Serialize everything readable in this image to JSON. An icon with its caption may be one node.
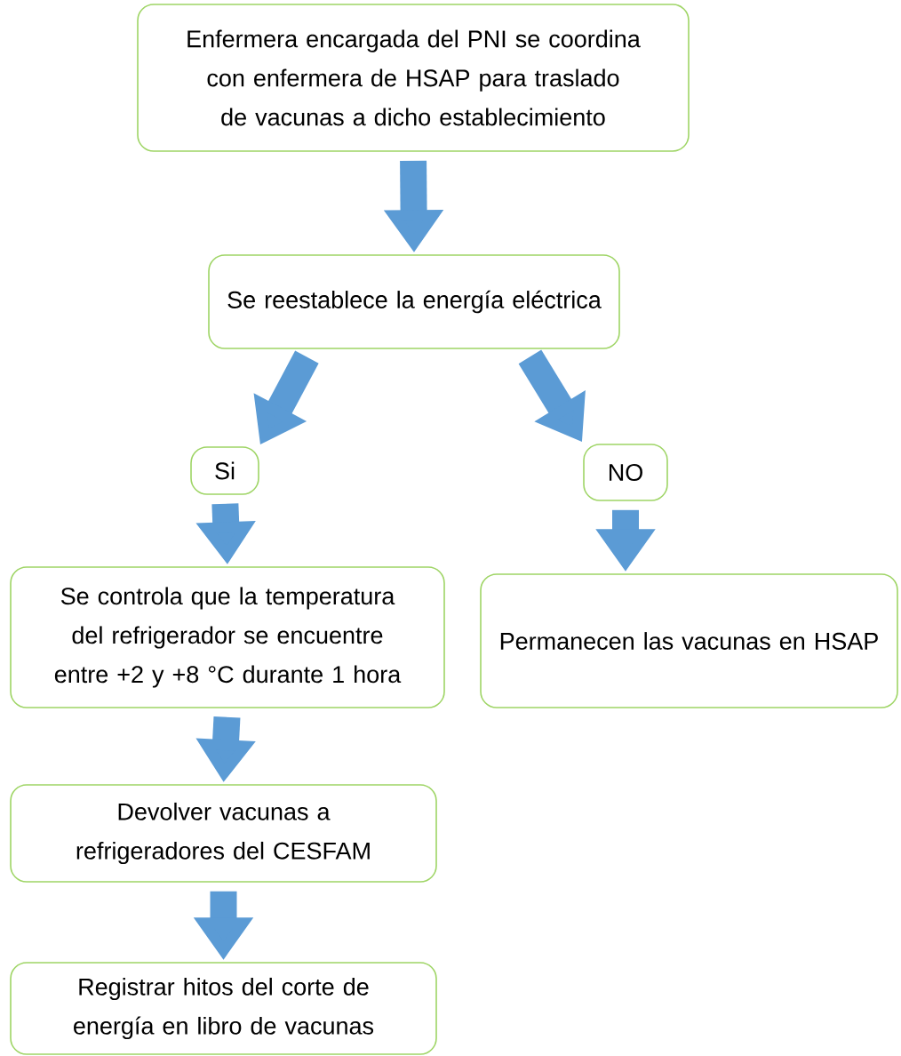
{
  "diagram": {
    "nodes": [
      {
        "text": [
          "Enfermera encargada del PNI se coordina con enfermera de HSAP para traslado de vacunas a dicho establecimiento"
        ]
      },
      {
        "text": [
          "Se reestablece la energía eléctrica"
        ]
      },
      {
        "text": [
          "Si"
        ]
      },
      {
        "text": [
          "NO"
        ]
      },
      {
        "text": [
          "Se controla que la temperatura del refrigerador se encuentre entre +2 y +8 °C durante 1 hora"
        ]
      },
      {
        "text": [
          "Permanecen las vacunas en HSAP"
        ]
      },
      {
        "text": [
          "Devolver vacunas a refrigeradores del CESFAM"
        ]
      },
      {
        "text": [
          "Registrar hitos del corte de energía en libro de vacunas"
        ]
      }
    ],
    "edges": [
      {
        "from": 0,
        "to": 1,
        "arrow": "to"
      },
      {
        "from": 1,
        "to": 2,
        "arrow": "to"
      },
      {
        "from": 1,
        "to": 3,
        "arrow": "to"
      },
      {
        "from": 2,
        "to": 4,
        "arrow": "to"
      },
      {
        "from": 3,
        "to": 5,
        "arrow": "to"
      },
      {
        "from": 4,
        "to": 6,
        "arrow": "to"
      },
      {
        "from": 6,
        "to": 7,
        "arrow": "to"
      }
    ]
  }
}
